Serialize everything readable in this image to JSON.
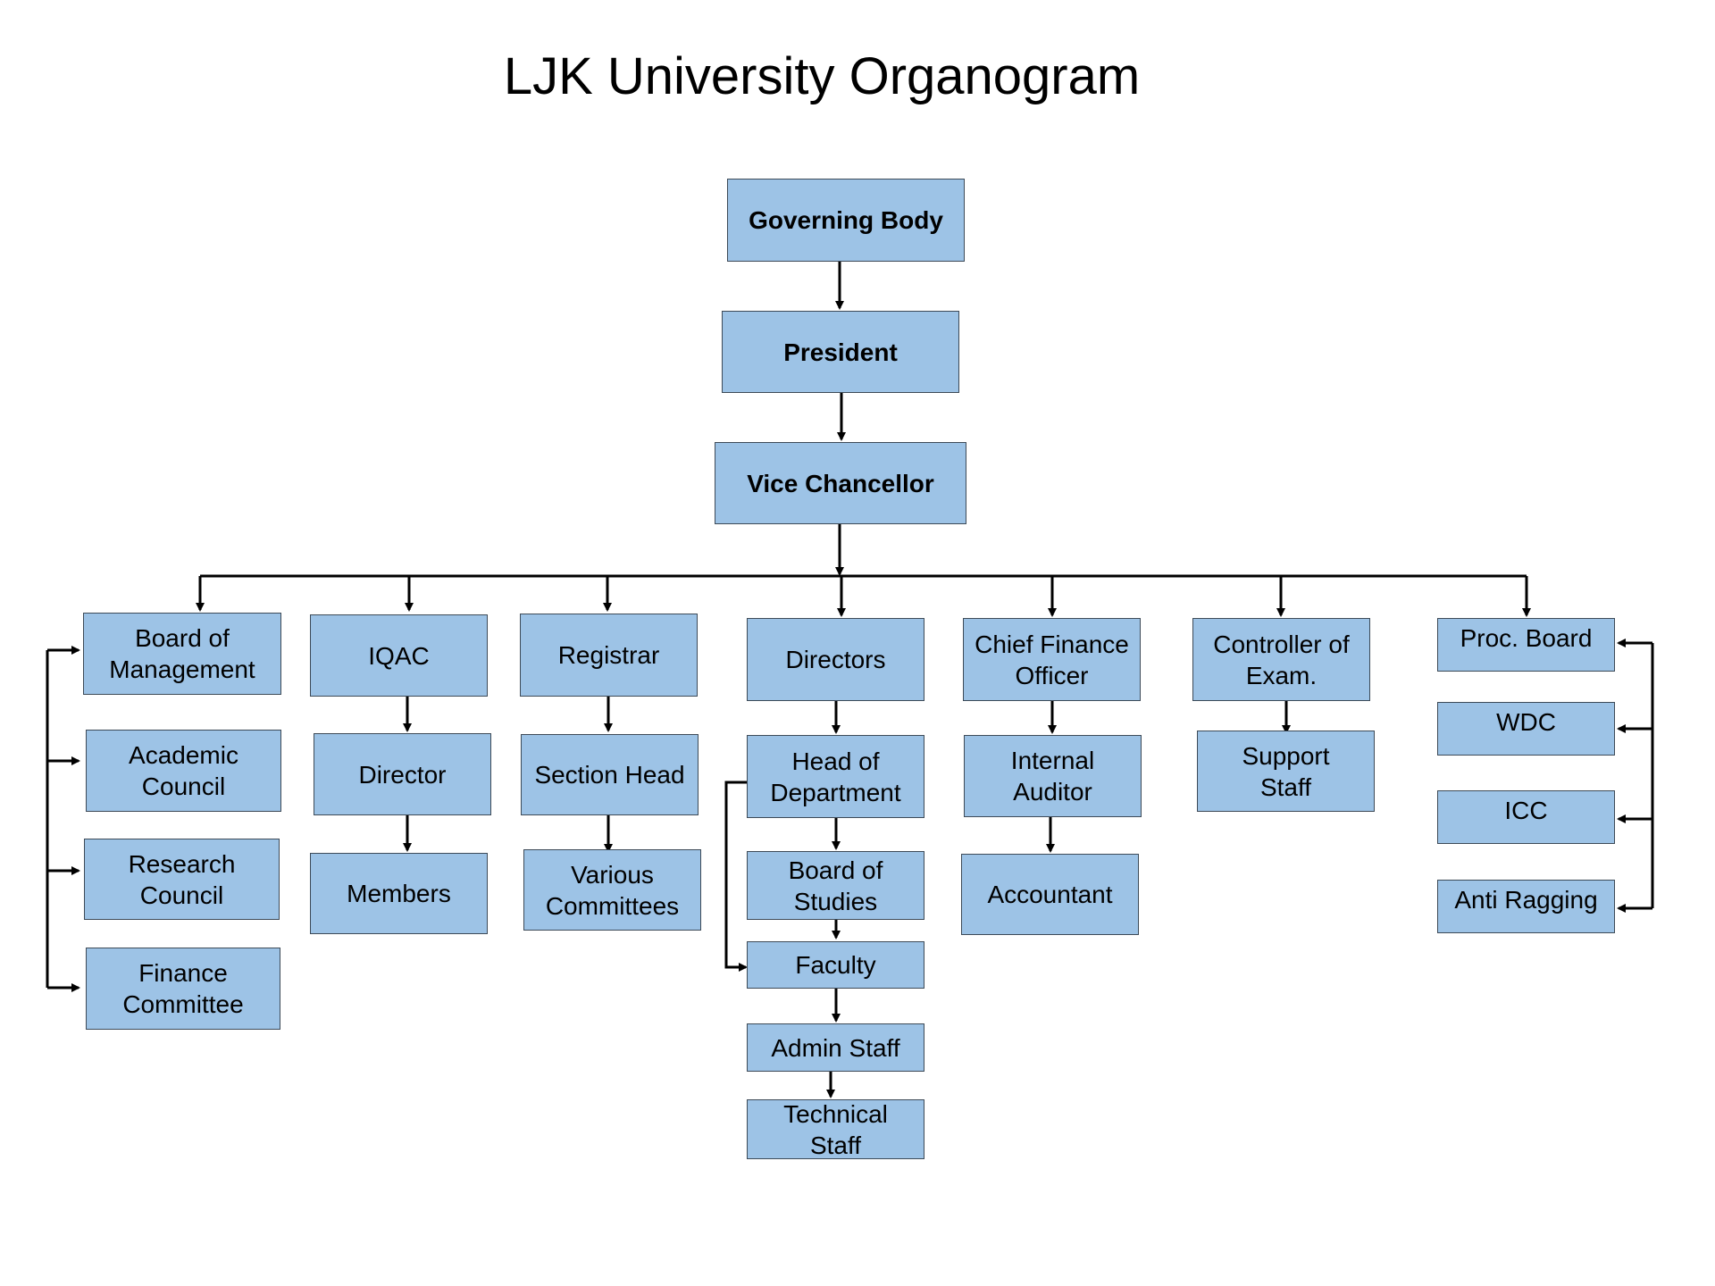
{
  "title": "LJK University Organogram",
  "colors": {
    "box_fill": "#9dc3e6",
    "box_border": "#3d4a57",
    "line": "#000000"
  },
  "nodes": {
    "governing_body": "Governing Body",
    "president": "President",
    "vice_chancellor": "Vice Chancellor",
    "board_of_management": "Board of\nManagement",
    "academic_council": "Academic\nCouncil",
    "research_council": "Research\nCouncil",
    "finance_committee": "Finance\nCommittee",
    "iqac": "IQAC",
    "iqac_director": "Director",
    "iqac_members": "Members",
    "registrar": "Registrar",
    "section_head": "Section Head",
    "various_committees": "Various\nCommittees",
    "directors": "Directors",
    "head_of_department": "Head of\nDepartment",
    "board_of_studies": "Board of\nStudies",
    "faculty": "Faculty",
    "admin_staff": "Admin Staff",
    "technical_staff": "Technical\nStaff",
    "chief_finance_officer": "Chief Finance\nOfficer",
    "internal_auditor": "Internal\nAuditor",
    "accountant": "Accountant",
    "controller_of_exam": "Controller of\nExam.",
    "support_staff": "Support\nStaff",
    "proc_board": "Proc. Board",
    "wdc": "WDC",
    "icc": "ICC",
    "anti_ragging": "Anti Ragging"
  }
}
